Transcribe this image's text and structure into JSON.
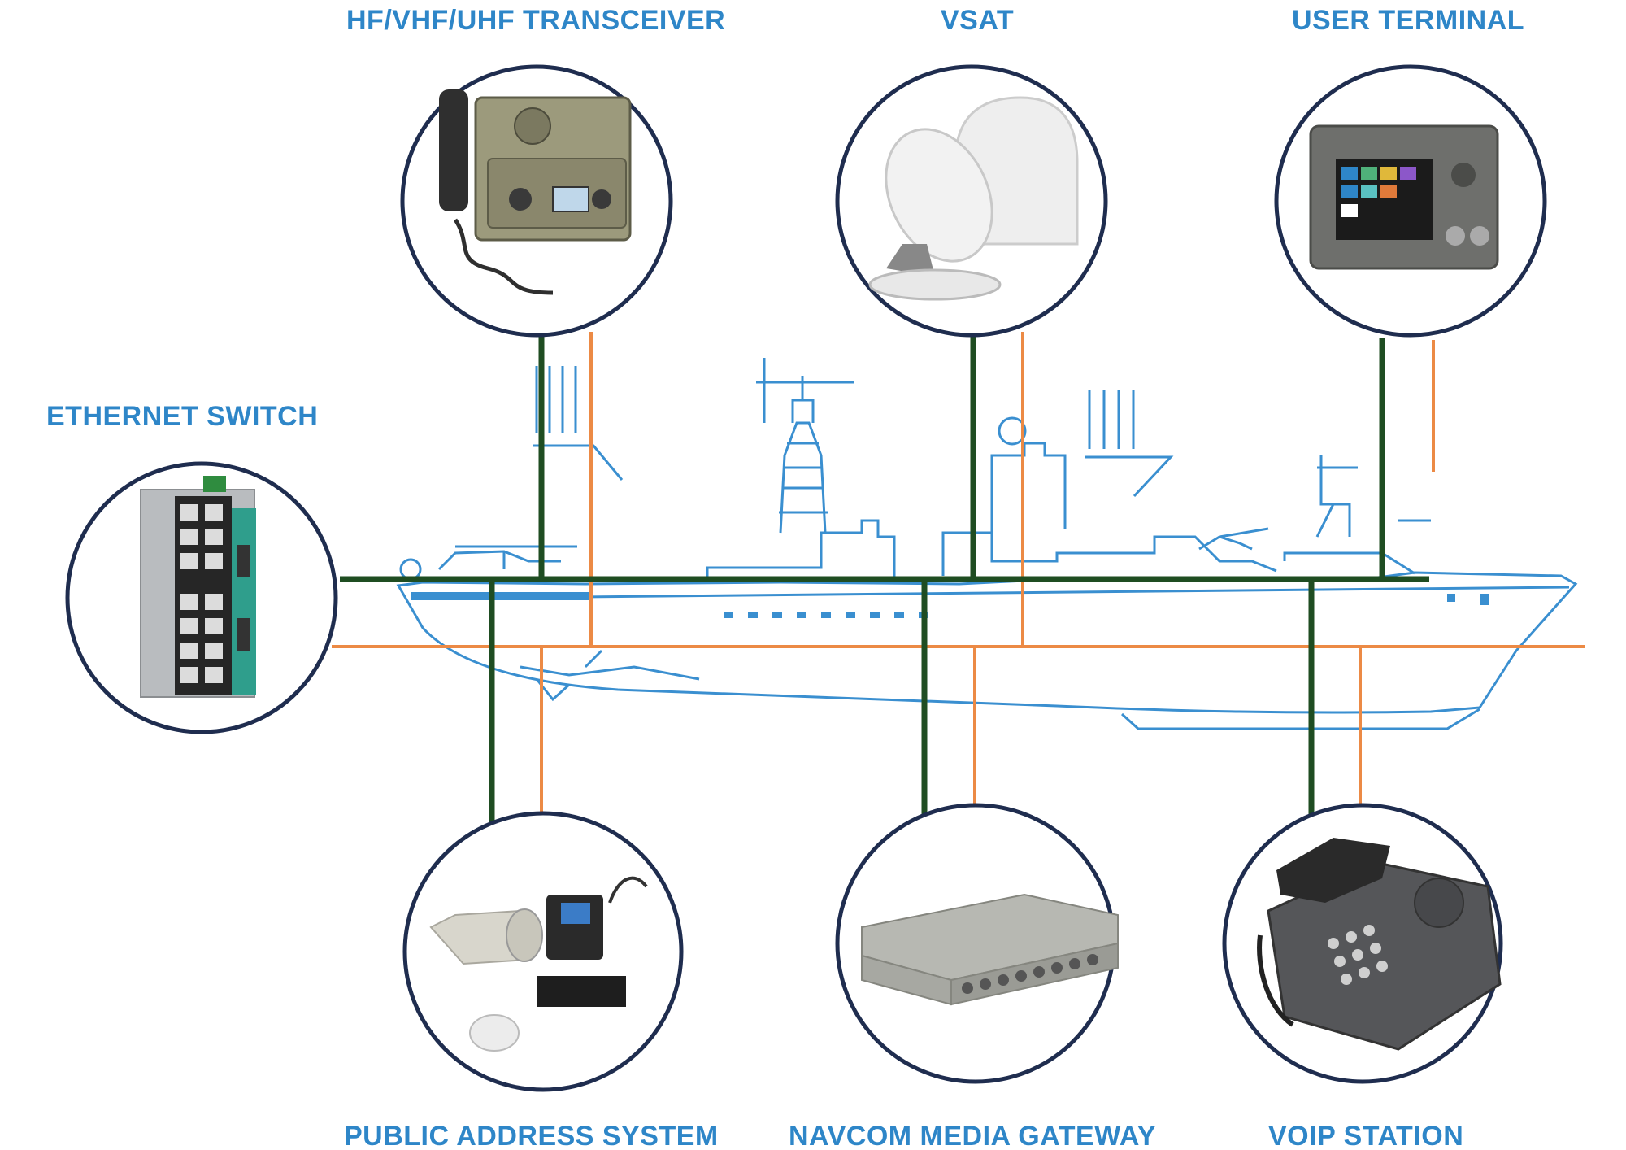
{
  "labels": {
    "transceiver": "HF/VHF/UHF TRANSCEIVER",
    "vsat": "VSAT",
    "user_terminal": "USER TERMINAL",
    "ethernet_switch": "ETHERNET SWITCH",
    "public_address": "PUBLIC ADDRESS SYSTEM",
    "media_gateway": "NAVCOM MEDIA GATEWAY",
    "voip_station": "VOIP STATION"
  },
  "colors": {
    "label_blue": "#2e86c8",
    "ship_outline": "#3a8fd0",
    "network_green": "#1f4d22",
    "network_orange": "#ec8a45",
    "circle_border": "#1f2d4f"
  },
  "icons": {
    "transceiver": "military-radio-icon",
    "vsat": "satellite-dome-icon",
    "user_terminal": "touchscreen-terminal-icon",
    "ethernet_switch": "ethernet-switch-icon",
    "public_address": "loudspeaker-icon",
    "media_gateway": "media-gateway-icon",
    "voip_station": "rugged-phone-icon"
  }
}
